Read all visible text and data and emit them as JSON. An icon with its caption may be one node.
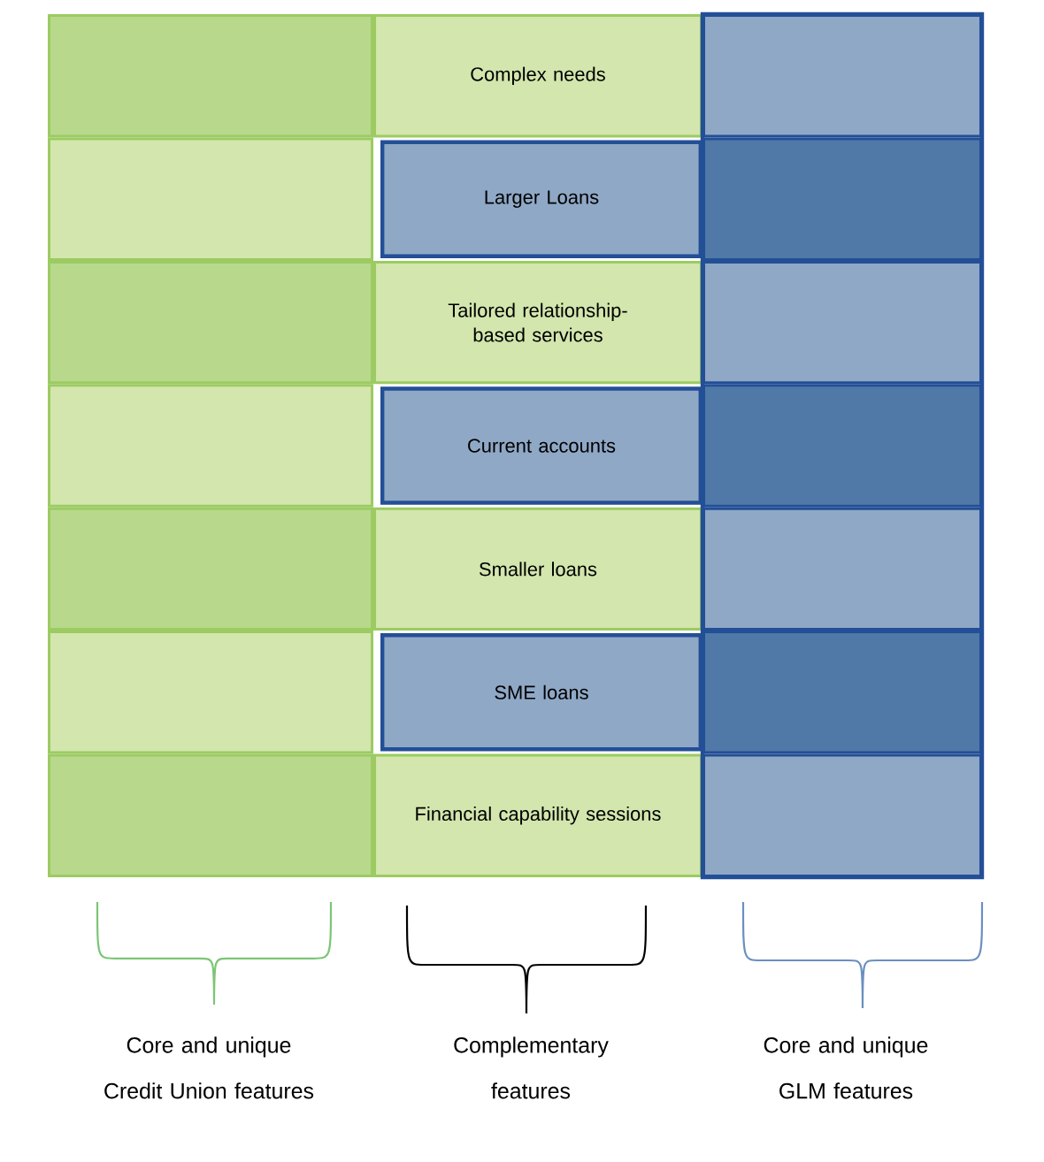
{
  "diagram": {
    "nodes": [
      {
        "text": [],
        "shape": "box"
      },
      {
        "text": [
          "Complex needs"
        ]
      },
      {
        "text": [],
        "shape": "box"
      },
      {
        "text": [],
        "shape": "box"
      },
      {
        "text": [
          "Larger Loans"
        ]
      },
      {
        "text": [],
        "shape": "box"
      },
      {
        "text": [],
        "shape": "box"
      },
      {
        "text": [
          "Tailored relationship-based services"
        ]
      },
      {
        "text": [],
        "shape": "box"
      },
      {
        "text": [],
        "shape": "box"
      },
      {
        "text": [
          "Current accounts"
        ]
      },
      {
        "text": [],
        "shape": "box"
      },
      {
        "text": [],
        "shape": "box"
      },
      {
        "text": [
          "Smaller loans"
        ]
      },
      {
        "text": [],
        "shape": "box"
      },
      {
        "text": [],
        "shape": "box"
      },
      {
        "text": [
          "SME loans"
        ]
      },
      {
        "text": [],
        "shape": "box"
      },
      {
        "text": [],
        "shape": "box"
      },
      {
        "text": [
          "Financial capability sessions"
        ]
      },
      {
        "text": [],
        "shape": "box"
      }
    ],
    "labels": [
      "Core and unique Credit Union features",
      "Complementary features",
      "Core and unique GLM features"
    ]
  }
}
